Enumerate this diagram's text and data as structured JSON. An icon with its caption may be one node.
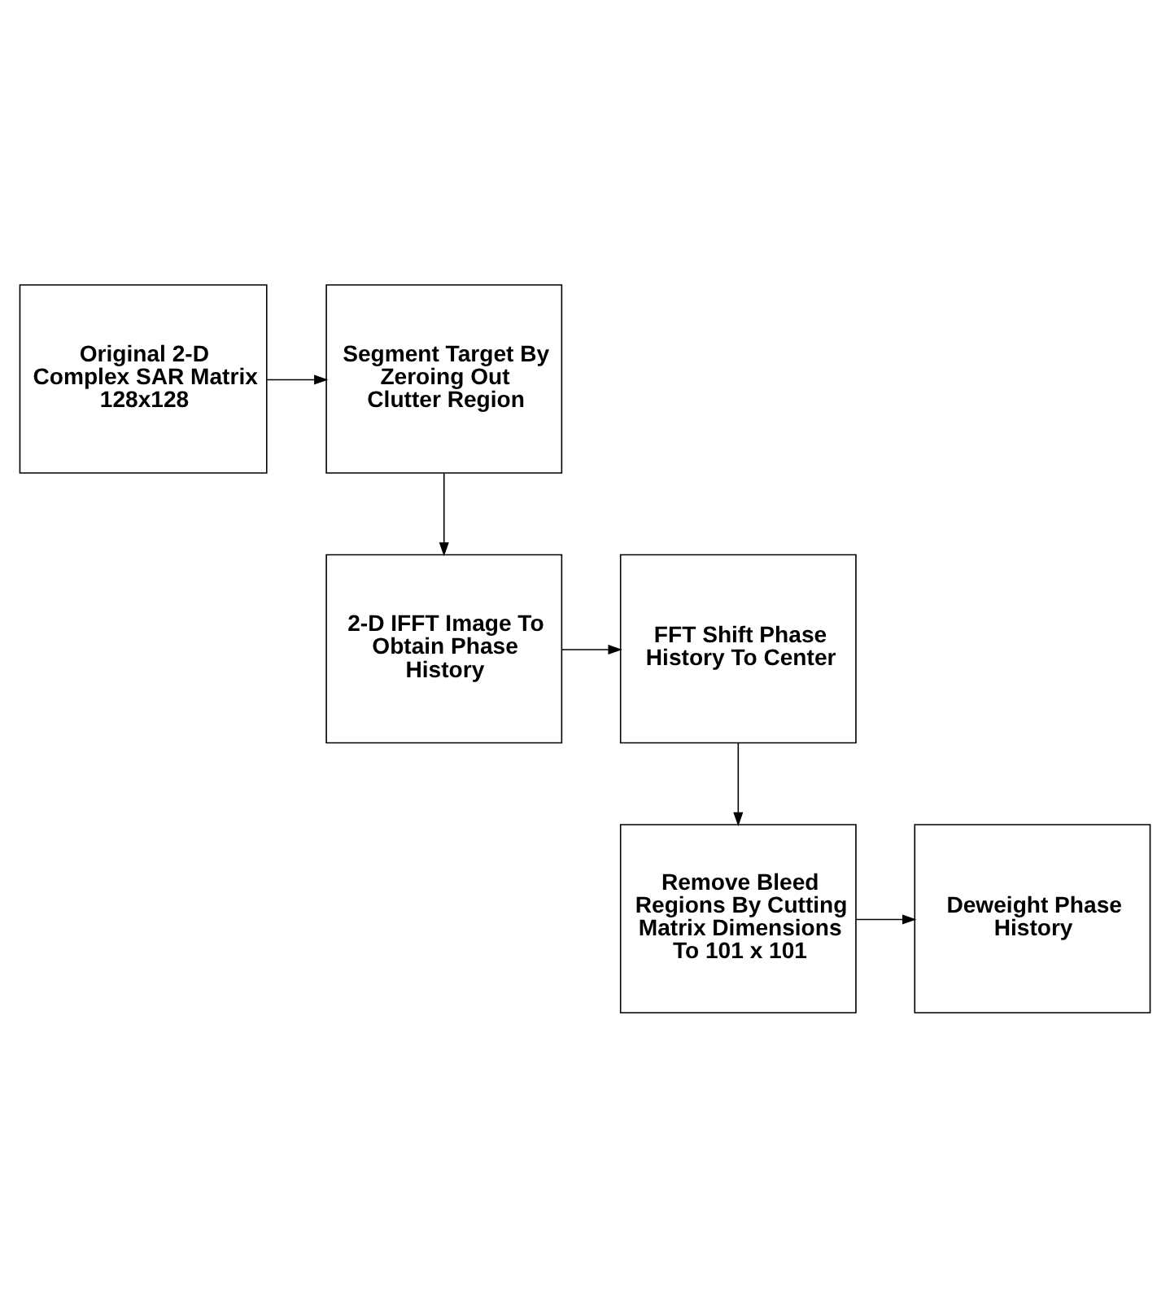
{
  "diagram": {
    "nodes": [
      {
        "text": [
          "Original 2-D Complex SAR Matrix 128x128"
        ]
      },
      {
        "text": [
          "Segment Target By Zeroing Out Clutter Region"
        ]
      },
      {
        "text": [
          "2-D IFFT Image To Obtain Phase History"
        ]
      },
      {
        "text": [
          "FFT Shift Phase History To Center"
        ]
      },
      {
        "text": [
          "Remove Bleed Regions By Cutting Matrix Dimensions To 101 x 101"
        ]
      },
      {
        "text": [
          "Deweight Phase History"
        ]
      }
    ],
    "edges": [
      {
        "from": 0,
        "to": 1,
        "arrow": "to"
      },
      {
        "from": 1,
        "to": 2,
        "arrow": "to"
      },
      {
        "from": 2,
        "to": 3,
        "arrow": "to"
      },
      {
        "from": 3,
        "to": 4,
        "arrow": "to"
      },
      {
        "from": 4,
        "to": 5,
        "arrow": "to"
      }
    ]
  }
}
